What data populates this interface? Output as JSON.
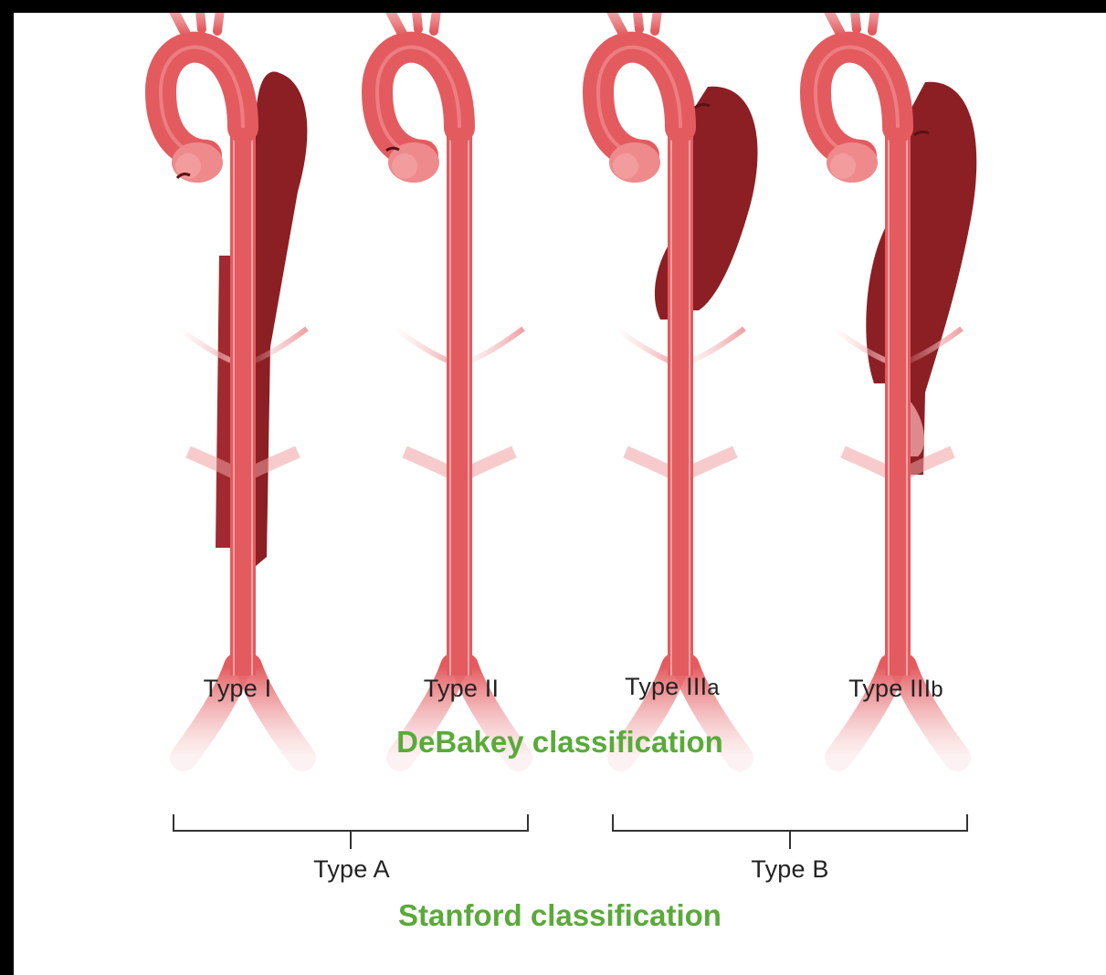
{
  "types": [
    {
      "label": "Type I",
      "sub": ""
    },
    {
      "label": "Type II",
      "sub": ""
    },
    {
      "label": "Type III",
      "sub": "a"
    },
    {
      "label": "Type III",
      "sub": "b"
    }
  ],
  "debakey_title": "DeBakey classification",
  "stanford": {
    "a_label": "Type A",
    "b_label": "Type B",
    "title": "Stanford classification"
  },
  "colors": {
    "aorta": "#e35b5f",
    "lumen": "#ef8a8c",
    "false_lumen": "#8c1f24",
    "accent": "#5aaa3a"
  }
}
